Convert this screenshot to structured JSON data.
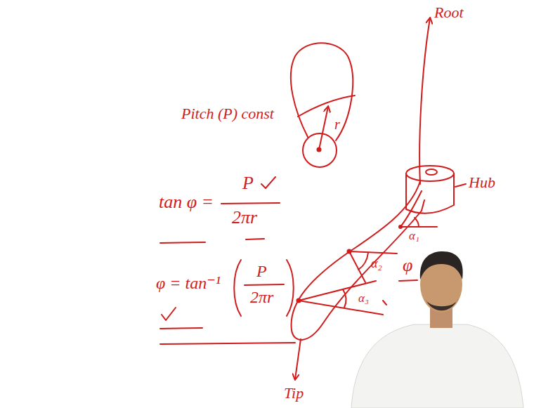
{
  "diagram": {
    "labels": [
      "r",
      "Pitch (P) const",
      "tan φ =",
      "P",
      "2πr",
      "φ = tan⁻¹",
      "P",
      "2πr",
      "Root",
      "Hub",
      "α₁",
      "α₂",
      "α₃",
      "φ",
      "Tip"
    ]
  }
}
